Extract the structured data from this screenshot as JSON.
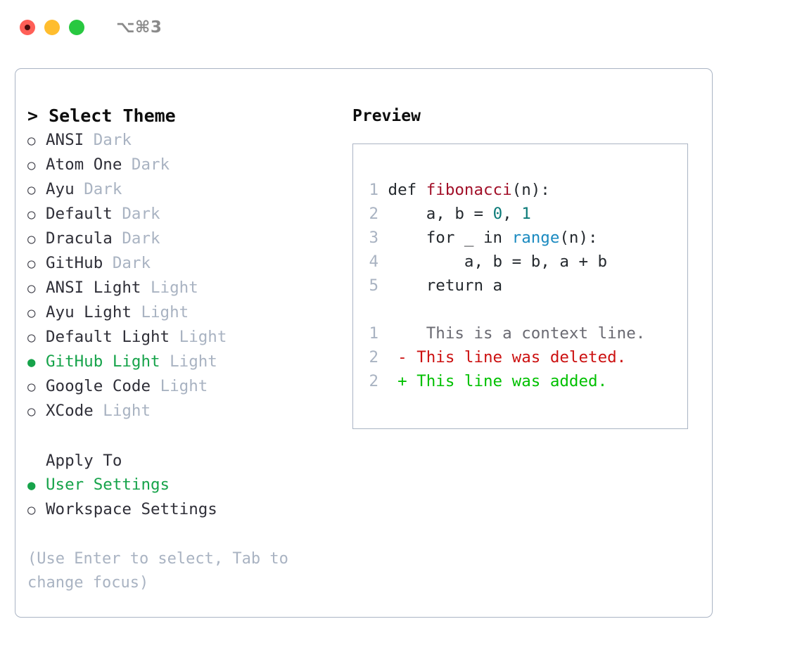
{
  "window": {
    "title_shortcut": "⌥⌘3",
    "traffic_lights": [
      "close-dot",
      "minimize-dot",
      "maximize-dot"
    ]
  },
  "theme_panel": {
    "header": "> Select Theme",
    "items": [
      {
        "bullet": "○",
        "name": "ANSI",
        "variant": "Dark",
        "selected": false
      },
      {
        "bullet": "○",
        "name": "Atom One",
        "variant": "Dark",
        "selected": false
      },
      {
        "bullet": "○",
        "name": "Ayu",
        "variant": "Dark",
        "selected": false
      },
      {
        "bullet": "○",
        "name": "Default",
        "variant": "Dark",
        "selected": false
      },
      {
        "bullet": "○",
        "name": "Dracula",
        "variant": "Dark",
        "selected": false
      },
      {
        "bullet": "○",
        "name": "GitHub",
        "variant": "Dark",
        "selected": false
      },
      {
        "bullet": "○",
        "name": "ANSI Light",
        "variant": "Light",
        "selected": false
      },
      {
        "bullet": "○",
        "name": "Ayu Light",
        "variant": "Light",
        "selected": false
      },
      {
        "bullet": "○",
        "name": "Default Light",
        "variant": "Light",
        "selected": false
      },
      {
        "bullet": "●",
        "name": "GitHub Light",
        "variant": "Light",
        "selected": true
      },
      {
        "bullet": "○",
        "name": "Google Code",
        "variant": "Light",
        "selected": false
      },
      {
        "bullet": "○",
        "name": "XCode",
        "variant": "Light",
        "selected": false
      }
    ]
  },
  "apply_to": {
    "header": "Apply To",
    "items": [
      {
        "bullet": "●",
        "label": "User Settings",
        "selected": true
      },
      {
        "bullet": "○",
        "label": "Workspace Settings",
        "selected": false
      }
    ]
  },
  "hint": "(Use Enter to select, Tab to change focus)",
  "preview": {
    "header": "Preview",
    "code_lines": [
      {
        "no": "1",
        "tokens": [
          {
            "t": " def ",
            "c": "plain"
          },
          {
            "t": "fibonacci",
            "c": "fn"
          },
          {
            "t": "(n):",
            "c": "plain"
          }
        ]
      },
      {
        "no": "2",
        "tokens": [
          {
            "t": "     a, b = ",
            "c": "plain"
          },
          {
            "t": "0",
            "c": "num"
          },
          {
            "t": ", ",
            "c": "plain"
          },
          {
            "t": "1",
            "c": "num"
          }
        ]
      },
      {
        "no": "3",
        "tokens": [
          {
            "t": "     for _ in ",
            "c": "plain"
          },
          {
            "t": "range",
            "c": "builtin"
          },
          {
            "t": "(n):",
            "c": "plain"
          }
        ]
      },
      {
        "no": "4",
        "tokens": [
          {
            "t": "         a, b = b, a + b",
            "c": "plain"
          }
        ]
      },
      {
        "no": "5",
        "tokens": [
          {
            "t": "     return a",
            "c": "plain"
          }
        ]
      }
    ],
    "diff_lines": [
      {
        "no": "1",
        "marker": "  ",
        "text": " This is a context line.",
        "kind": "context"
      },
      {
        "no": "2",
        "marker": "- ",
        "text": "This line was deleted.",
        "kind": "del"
      },
      {
        "no": "2",
        "marker": "+ ",
        "text": "This line was added.",
        "kind": "add"
      }
    ]
  },
  "colors": {
    "selected_green": "#16a34a",
    "muted_blue_gray": "#a9b3c2",
    "border": "#aab4c4",
    "diff_delete": "#cc1111",
    "diff_add": "#00c000",
    "token_function": "#a21029",
    "token_number": "#0b7a78",
    "token_builtin": "#1a8ac0"
  }
}
